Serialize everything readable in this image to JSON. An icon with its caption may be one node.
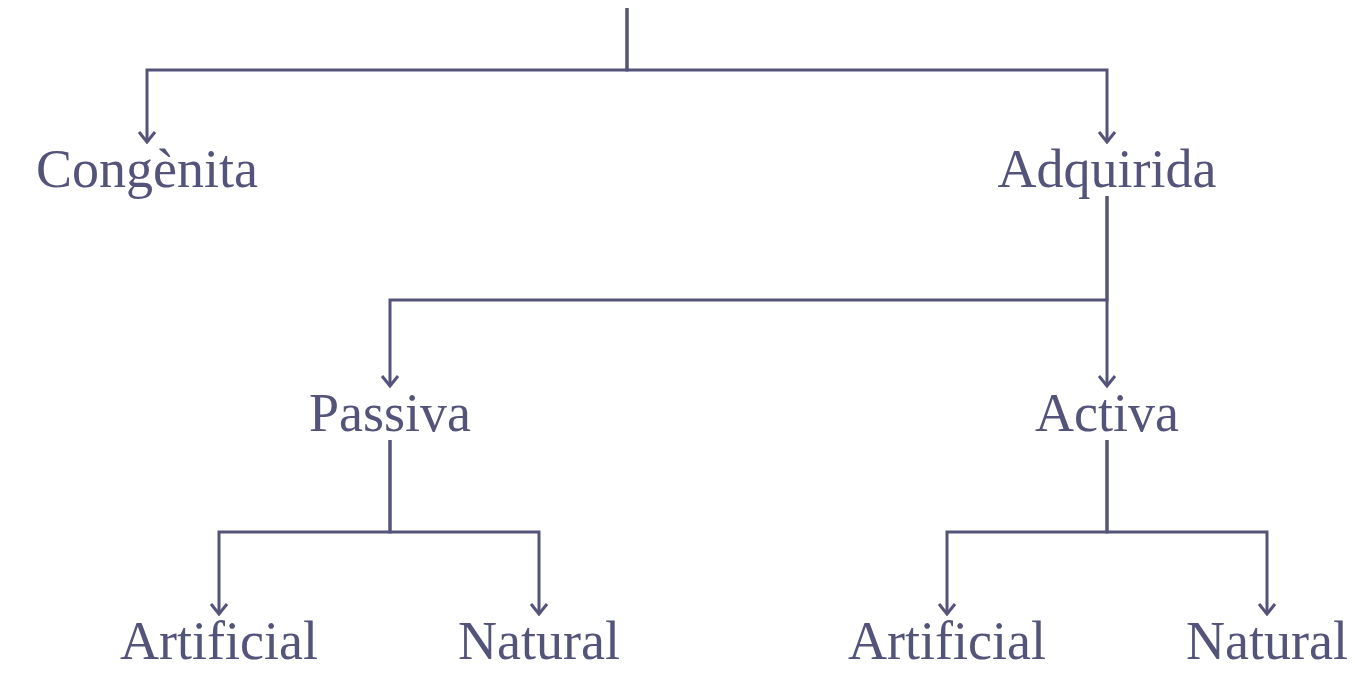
{
  "diagram": {
    "nodes": [
      {
        "text": [
          "Congènita"
        ]
      },
      {
        "text": [
          "Adquirida"
        ]
      },
      {
        "text": [
          "Passiva"
        ]
      },
      {
        "text": [
          "Activa"
        ]
      },
      {
        "text": [
          "Artificial"
        ]
      },
      {
        "text": [
          "Natural"
        ]
      },
      {
        "text": [
          "Artificial"
        ]
      },
      {
        "text": [
          "Natural"
        ]
      }
    ],
    "edges": [
      {
        "from": null,
        "to": 0,
        "arrow": "to"
      },
      {
        "from": null,
        "to": 1,
        "arrow": "to"
      },
      {
        "from": 1,
        "to": 2,
        "arrow": "to"
      },
      {
        "from": 1,
        "to": 3,
        "arrow": "to"
      },
      {
        "from": 2,
        "to": 4,
        "arrow": "to"
      },
      {
        "from": 2,
        "to": 5,
        "arrow": "to"
      },
      {
        "from": 3,
        "to": 6,
        "arrow": "to"
      },
      {
        "from": 3,
        "to": 7,
        "arrow": "to"
      }
    ]
  }
}
